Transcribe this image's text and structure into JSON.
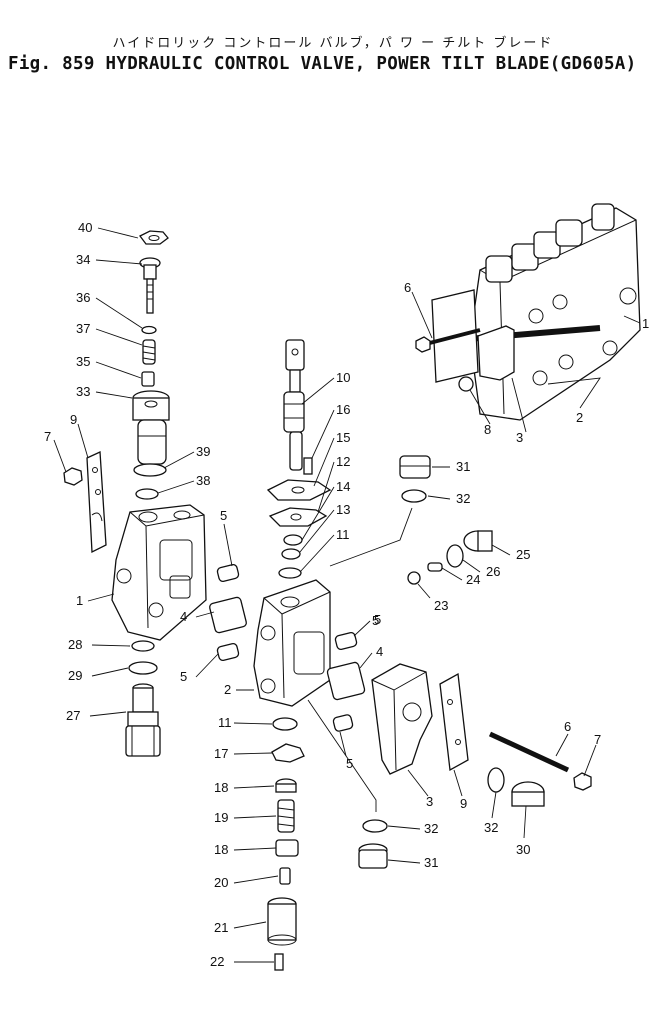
{
  "title_jp": "ハイドロリック コントロール バルブ，パ ワ ー チルト ブレード",
  "title_en": "Fig. 859 HYDRAULIC CONTROL VALVE, POWER TILT BLADE(GD605A)",
  "labels": [
    "40",
    "34",
    "36",
    "37",
    "35",
    "33",
    "9",
    "7",
    "39",
    "38",
    "5",
    "1",
    "28",
    "29",
    "27",
    "10",
    "16",
    "15",
    "12",
    "14",
    "13",
    "11",
    "5",
    "4",
    "5",
    "2",
    "11",
    "17",
    "18",
    "19",
    "18",
    "20",
    "21",
    "22",
    "31",
    "32",
    "25",
    "26",
    "24",
    "23",
    "5",
    "4",
    "5",
    "3",
    "9",
    "6",
    "7",
    "32",
    "30",
    "32",
    "31",
    "6",
    "1",
    "8",
    "3",
    "2"
  ]
}
